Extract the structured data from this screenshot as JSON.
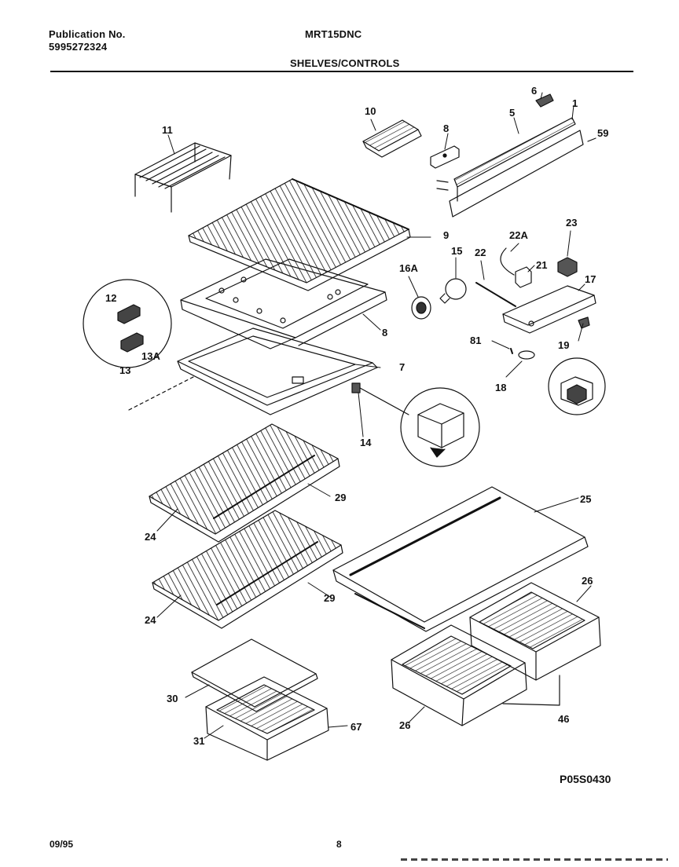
{
  "header": {
    "publication_label": "Publication No.",
    "publication_number": "5995272324",
    "model": "MRT15DNC",
    "section_title": "SHELVES/CONTROLS"
  },
  "callouts": {
    "p1": "1",
    "p5": "5",
    "p6": "6",
    "p8a": "8",
    "p59": "59",
    "p10": "10",
    "p11": "11",
    "p9": "9",
    "p22A": "22A",
    "p23": "23",
    "p15": "15",
    "p16A": "16A",
    "p22": "22",
    "p21": "21",
    "p17": "17",
    "p12": "12",
    "p13A": "13A",
    "p13": "13",
    "p8b": "8",
    "p7": "7",
    "p81": "81",
    "p19": "19",
    "p18": "18",
    "p14": "14",
    "p29a": "29",
    "p24a": "24",
    "p25": "25",
    "p29b": "29",
    "p24b": "24",
    "p26a": "26",
    "p30": "30",
    "p31": "31",
    "p67": "67",
    "p26b": "26",
    "p46": "46"
  },
  "footer": {
    "drawing_code": "P05S0430",
    "date": "09/95",
    "page": "8"
  }
}
